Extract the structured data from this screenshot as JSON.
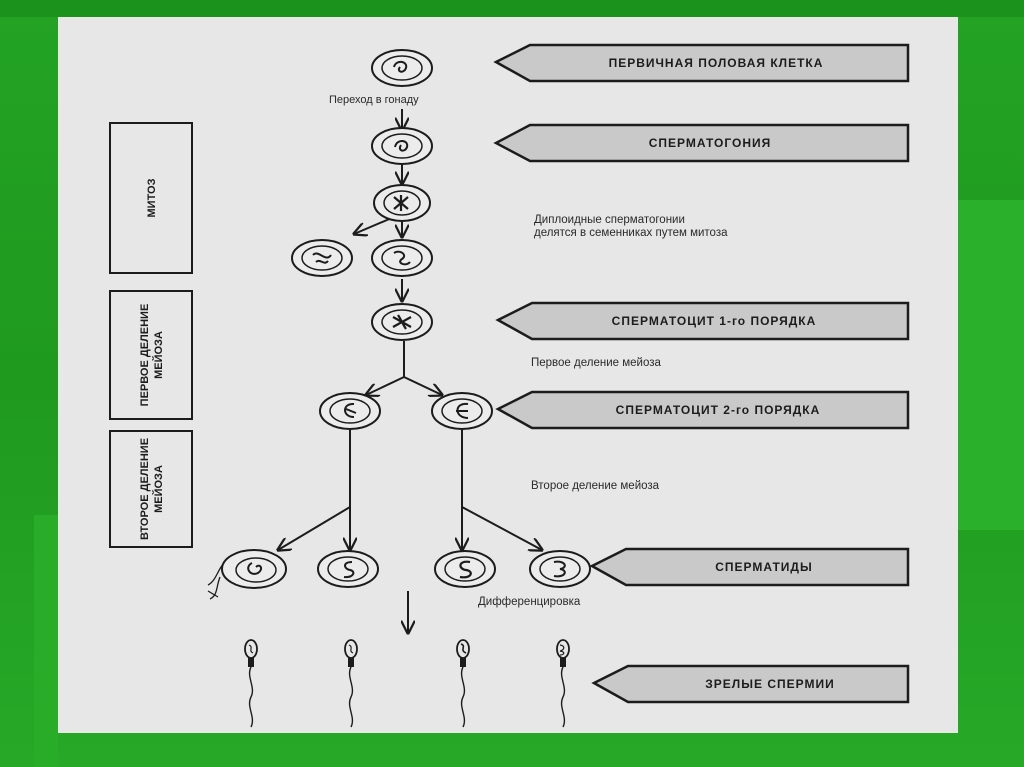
{
  "banners": {
    "primordial": "ПЕРВИЧНАЯ ПОЛОВАЯ КЛЕТКА",
    "spermatogonia": "СПЕРМАТОГОНИЯ",
    "spermatocyte1": "СПЕРМАТОЦИТ 1-го ПОРЯДКА",
    "spermatocyte2": "СПЕРМАТОЦИТ 2-го ПОРЯДКА",
    "spermatids": "СПЕРМАТИДЫ",
    "mature": "ЗРЕЛЫЕ СПЕРМИИ"
  },
  "side_boxes": {
    "mitosis": "МИТОЗ",
    "meiosis1_line1": "ПЕРВОЕ ДЕЛЕНИЕ",
    "meiosis1_line2": "МЕЙОЗА",
    "meiosis2_line1": "ВТОРОЕ ДЕЛЕНИЕ",
    "meiosis2_line2": "МЕЙОЗА"
  },
  "annotations": {
    "gonad_transfer": "Переход в гонаду",
    "diploid_line1": "Диплоидные сперматогонии",
    "diploid_line2": "делятся в семенниках путем митоза",
    "first_meiosis": "Первое деление мейоза",
    "second_meiosis": "Второе  деление мейоза",
    "differentiation": "Дифференцировка"
  },
  "colors": {
    "background_green": "#23a323",
    "slide_gray": "#e7e7e7",
    "ink": "#1c1c1c",
    "banner_fill": "#c9c9c9"
  }
}
